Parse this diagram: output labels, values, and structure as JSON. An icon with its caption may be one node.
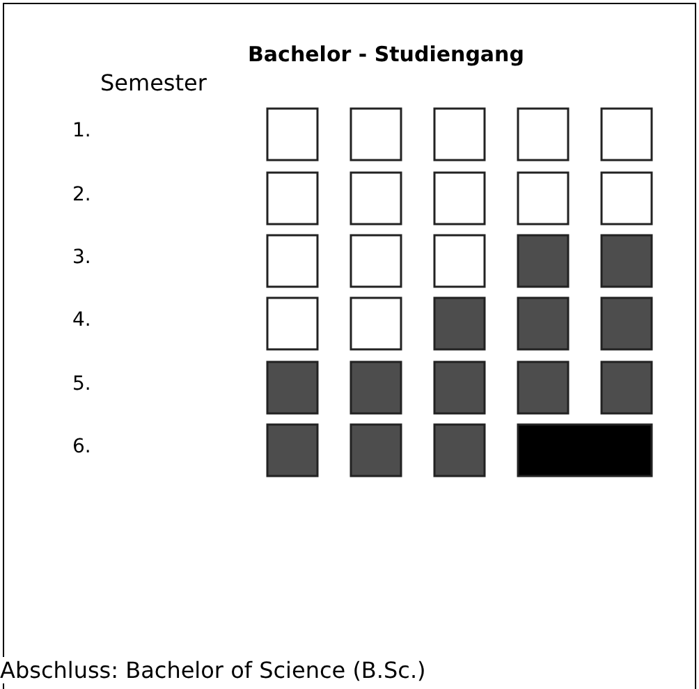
{
  "diagram": {
    "title": "Bachelor - Studiengang",
    "labels": [
      "Semester",
      "1.",
      "2.",
      "3.",
      "4.",
      "5.",
      "6.",
      "Abschluss: Bachelor of Science (B.Sc.)"
    ]
  }
}
